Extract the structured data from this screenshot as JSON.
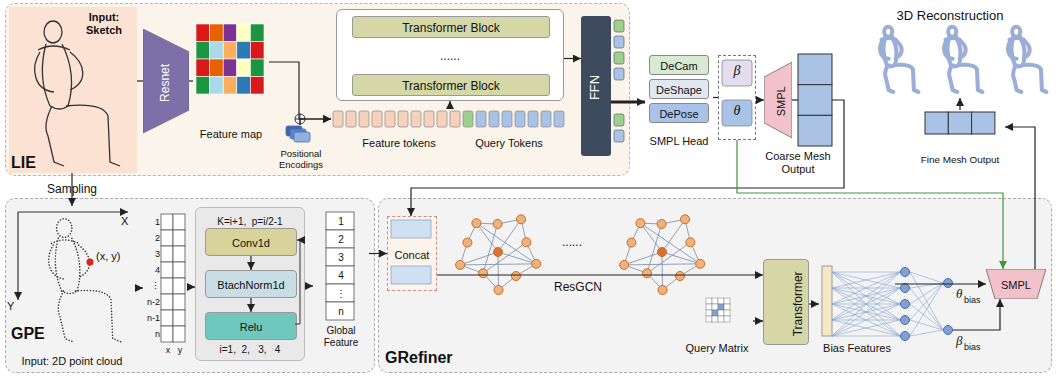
{
  "diagram": {
    "nodes": [
      {
        "text": [
          "LIE"
        ]
      },
      {
        "text": [
          "Input: Sketch"
        ],
        "in": 0
      },
      {
        "text": [
          "Resnet"
        ],
        "in": 0
      },
      {
        "text": [
          "Feature map"
        ],
        "in": 0
      },
      {
        "text": [
          "Positional Encodings"
        ],
        "in": 0
      },
      {
        "text": [
          "......"
        ],
        "in": 0
      },
      {
        "text": [
          "Transformer Block"
        ],
        "in": 5
      },
      {
        "text": [
          "Transformer Block"
        ],
        "in": 5
      },
      {
        "text": [
          "Feature tokens",
          "Query Tokens"
        ],
        "in": 0
      },
      {
        "text": [
          "FFN"
        ],
        "in": 0
      },
      {
        "text": [
          "SMPL Head"
        ]
      },
      {
        "text": [
          "DeCam"
        ],
        "in": 10
      },
      {
        "text": [
          "DeShape"
        ],
        "in": 10
      },
      {
        "text": [
          "DePose"
        ],
        "in": 10
      },
      {
        "text": [
          "β",
          "θ"
        ]
      },
      {
        "text": [
          "SMPL"
        ]
      },
      {
        "text": [
          "Coarse Mesh Output"
        ]
      },
      {
        "text": [
          "3D Reconstruction"
        ]
      },
      {
        "text": [
          "Fine Mesh Output"
        ]
      },
      {
        "text": [
          "GPE"
        ]
      },
      {
        "text": [
          "Input: 2D point cloud"
        ],
        "in": 19
      },
      {
        "text": [
          "1",
          "2",
          "3",
          "4",
          "⋮",
          "n-2",
          "n-1",
          "n",
          "x",
          "y"
        ],
        "in": 19
      },
      {
        "text": [
          "K=i+1,  p=i/2-1",
          "i=1,  2,   3,   4"
        ],
        "in": 19
      },
      {
        "text": [
          "Conv1d"
        ],
        "in": 22
      },
      {
        "text": [
          "BtachNorm1d"
        ],
        "in": 22
      },
      {
        "text": [
          "Relu"
        ],
        "in": 22
      },
      {
        "text": [
          "1",
          "2",
          "3",
          "4",
          "⋮",
          "n",
          "Global Feature"
        ],
        "in": 19
      },
      {
        "text": [
          "GRefiner"
        ]
      },
      {
        "text": [
          "Concat"
        ],
        "in": 27
      },
      {
        "text": [
          "Transformer"
        ],
        "in": 27
      },
      {
        "text": [
          "Query Matrix"
        ],
        "in": 27
      },
      {
        "text": [
          "Bias Features"
        ],
        "in": 27
      },
      {
        "text": [
          "SMPL"
        ],
        "in": 27
      }
    ],
    "edges": [
      {
        "from": 1,
        "to": 2,
        "arrow": "none"
      },
      {
        "from": 2,
        "to": 3,
        "arrow": "none"
      },
      {
        "from": 3,
        "to": 8,
        "arrow": "to"
      },
      {
        "from": 4,
        "to": 8,
        "arrow": "to"
      },
      {
        "from": 8,
        "to": 5,
        "arrow": "to"
      },
      {
        "from": 5,
        "to": 9,
        "arrow": "to"
      },
      {
        "from": 9,
        "to": 10,
        "arrow": "to"
      },
      {
        "from": 10,
        "to": 14,
        "arrow": "none"
      },
      {
        "from": 14,
        "to": 15,
        "arrow": "to"
      },
      {
        "from": 15,
        "to": 16,
        "arrow": "none"
      },
      {
        "from": 16,
        "to": 28,
        "arrow": "to"
      },
      {
        "from": 14,
        "to": 32,
        "arrow": "to"
      },
      {
        "from": 18,
        "to": 17,
        "arrow": "to"
      },
      {
        "from": 1,
        "to": 20,
        "label": "Sampling",
        "arrow": "to"
      },
      {
        "from": 20,
        "to": 21,
        "arrow": "to"
      },
      {
        "from": 21,
        "to": 22,
        "arrow": "to"
      },
      {
        "from": 23,
        "to": 24,
        "arrow": "to"
      },
      {
        "from": 24,
        "to": 25,
        "arrow": "to"
      },
      {
        "from": 22,
        "to": 26,
        "arrow": "to"
      },
      {
        "from": 26,
        "to": 28,
        "arrow": "to"
      },
      {
        "from": 28,
        "to": 29,
        "arrow": "to"
      },
      {
        "from": 30,
        "to": 29,
        "arrow": "to"
      },
      {
        "from": 29,
        "to": 31,
        "arrow": "to"
      },
      {
        "from": 31,
        "to": 32,
        "arrow": "to"
      },
      {
        "from": 32,
        "to": 18,
        "arrow": "to"
      }
    ],
    "labels": [
      "X",
      "Y",
      "(x, y)",
      "ResGCN",
      "......",
      "θ",
      "bias",
      "β",
      "bias"
    ]
  }
}
